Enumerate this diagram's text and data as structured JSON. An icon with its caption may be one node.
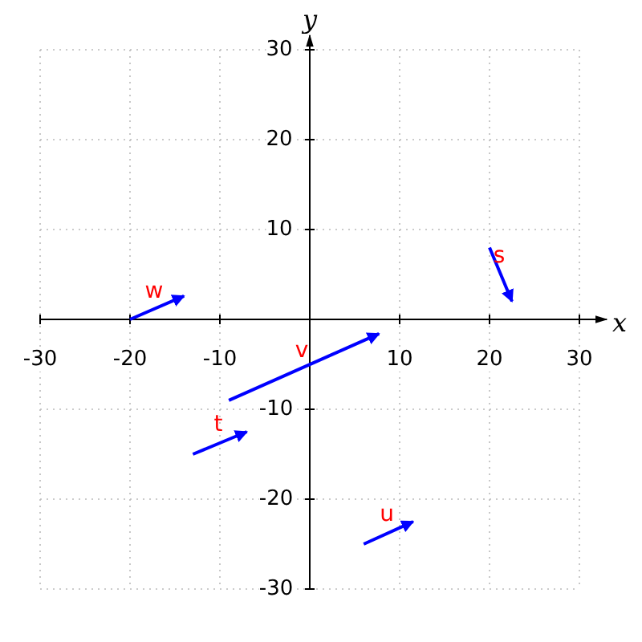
{
  "diagram": {
    "labels": [
      "y",
      "30",
      "20",
      "10",
      "s",
      "w",
      "x",
      "v",
      "-30",
      "-20",
      "-10",
      "10",
      "20",
      "30",
      "-10",
      "t",
      "-20",
      "u",
      "-30"
    ]
  }
}
